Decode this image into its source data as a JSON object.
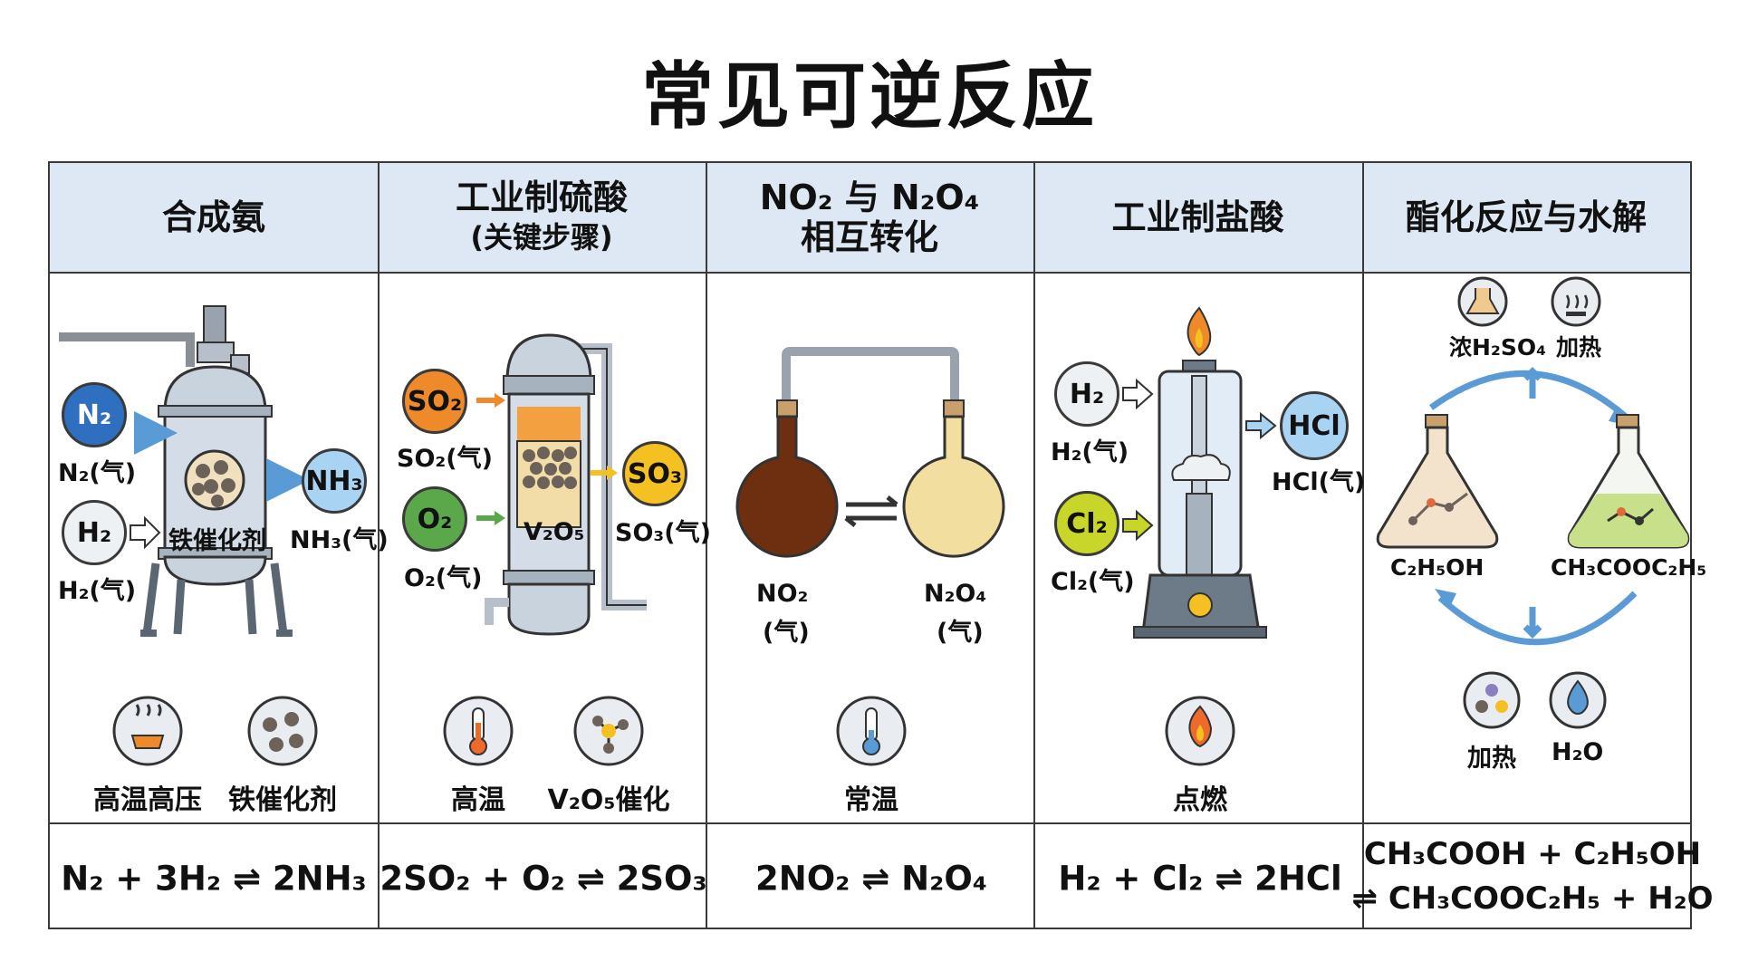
{
  "title": "常见可逆反应",
  "columns": [
    {
      "header": "合成氨",
      "labels": {
        "n2_circle": "N₂",
        "n2_gas": "N₂(气)",
        "h2_circle": "H₂",
        "h2_gas": "H₂(气)",
        "catalyst_inner": "铁催化剂",
        "nh3_circle": "NH₃",
        "nh3_gas": "NH₃(气)"
      },
      "conditions": [
        "高温高压",
        "铁催化剂"
      ],
      "equation": "N₂ + 3H₂ ⇌ 2NH₃"
    },
    {
      "header": "工业制硫酸",
      "header_sub": "(关键步骤)",
      "labels": {
        "so2_circle": "SO₂",
        "so2_gas": "SO₂(气)",
        "o2_circle": "O₂",
        "o2_gas": "O₂(气)",
        "catalyst_inner": "V₂O₅",
        "so3_circle": "SO₃",
        "so3_gas": "SO₃(气)"
      },
      "conditions": [
        "高温",
        "V₂O₅催化"
      ],
      "equation": "2SO₂ + O₂ ⇌ 2SO₃"
    },
    {
      "header": "NO₂ 与 N₂O₄",
      "header_sub": "相互转化",
      "labels": {
        "no2": "NO₂",
        "no2_state": "(气)",
        "n2o4": "N₂O₄",
        "n2o4_state": "(气)"
      },
      "conditions": [
        "常温"
      ],
      "equation": "2NO₂ ⇌ N₂O₄"
    },
    {
      "header": "工业制盐酸",
      "labels": {
        "h2_circle": "H₂",
        "h2_gas": "H₂(气)",
        "cl2_circle": "Cl₂",
        "cl2_gas": "Cl₂(气)",
        "hcl_circle": "HCl",
        "hcl_gas": "HCl(气)"
      },
      "conditions": [
        "点燃"
      ],
      "equation": "H₂ + Cl₂ ⇌ 2HCl"
    },
    {
      "header": "酯化反应与水解",
      "labels": {
        "acid_cat": "浓H₂SO₄",
        "heat_top": "加热",
        "ethanol": "C₂H₅OH",
        "ester": "CH₃COOC₂H₅",
        "heat_bottom": "加热",
        "water": "H₂O"
      },
      "equation_line1": "CH₃COOH + C₂H₅OH",
      "equation_line2": "⇌ CH₃COOC₂H₅ + H₂O"
    }
  ],
  "colors": {
    "n2": "#2f6fbf",
    "nh3": "#a9d3f2",
    "so2": "#ee8a2a",
    "o2": "#5aa84a",
    "so3": "#f5c022",
    "cl2": "#c8d62a",
    "hcl": "#a9d3f2",
    "no2_flask": "#6e2f10",
    "n2o4_flask": "#f2dfa0",
    "header_bg": "#dde8f4"
  },
  "icons": [
    "reactor",
    "heat-icon",
    "catalyst-icon",
    "thermometer-icon",
    "molecule-icon",
    "flask-icon",
    "flame-icon",
    "burner-icon",
    "beaker-icon",
    "water-drop-icon",
    "reversible-arrow-icon"
  ]
}
